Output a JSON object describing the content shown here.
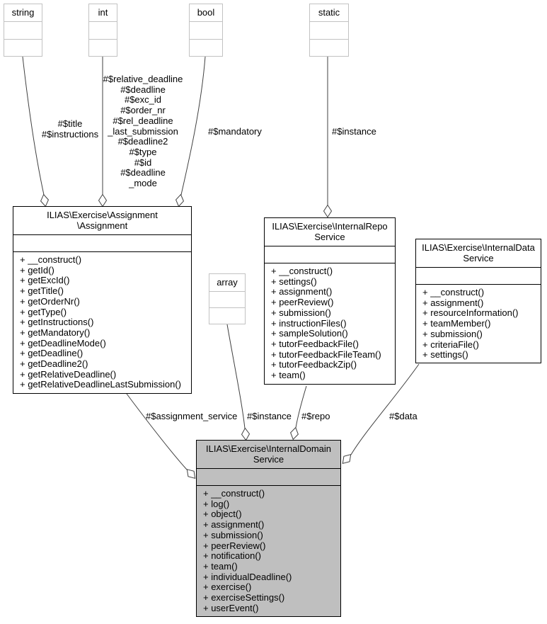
{
  "classes": {
    "string": {
      "title": "string"
    },
    "int": {
      "title": "int"
    },
    "bool": {
      "title": "bool"
    },
    "static": {
      "title": "static"
    },
    "array": {
      "title": "array"
    },
    "assignment": {
      "title": "ILIAS\\Exercise\\Assignment\n\\Assignment",
      "methods": [
        "+ __construct()",
        "+ getId()",
        "+ getExcId()",
        "+ getTitle()",
        "+ getOrderNr()",
        "+ getType()",
        "+ getInstructions()",
        "+ getMandatory()",
        "+ getDeadlineMode()",
        "+ getDeadline()",
        "+ getDeadline2()",
        "+ getRelativeDeadline()",
        "+ getRelativeDeadlineLastSubmission()"
      ]
    },
    "repo": {
      "title": "ILIAS\\Exercise\\InternalRepo\nService",
      "methods": [
        "+ __construct()",
        "+ settings()",
        "+ assignment()",
        "+ peerReview()",
        "+ submission()",
        "+ instructionFiles()",
        "+ sampleSolution()",
        "+ tutorFeedbackFile()",
        "+ tutorFeedbackFileTeam()",
        "+ tutorFeedbackZip()",
        "+ team()"
      ]
    },
    "data": {
      "title": "ILIAS\\Exercise\\InternalData\nService",
      "methods": [
        "+ __construct()",
        "+ assignment()",
        "+ resourceInformation()",
        "+ teamMember()",
        "+ submission()",
        "+ criteriaFile()",
        "+ settings()"
      ]
    },
    "domain": {
      "title": "ILIAS\\Exercise\\InternalDomain\nService",
      "methods": [
        "+ __construct()",
        "+ log()",
        "+ object()",
        "+ assignment()",
        "+ submission()",
        "+ peerReview()",
        "+ notification()",
        "+ team()",
        "+ individualDeadline()",
        "+ exercise()",
        "+ exerciseSettings()",
        "+ userEvent()"
      ]
    }
  },
  "edge_labels": {
    "string_to_assignment": "#$title\n#$instructions",
    "int_to_assignment": "#$relative_deadline\n#$deadline\n#$exc_id\n#$order_nr\n#$rel_deadline\n_last_submission\n#$deadline2\n#$type\n#$id\n#$deadline\n_mode",
    "bool_to_assignment": "#$mandatory",
    "static_to_repo": "#$instance",
    "assignment_to_domain": "#$assignment_service",
    "array_to_domain": "#$instance",
    "repo_to_domain": "#$repo",
    "data_to_domain": "#$data"
  },
  "colors": {
    "highlight_fill": "#bfbfbf",
    "box_fill": "#ffffff",
    "primitive_border": "#c2c2c2",
    "class_border": "#000000",
    "edge_stroke": "#404040",
    "text": "#000000"
  }
}
